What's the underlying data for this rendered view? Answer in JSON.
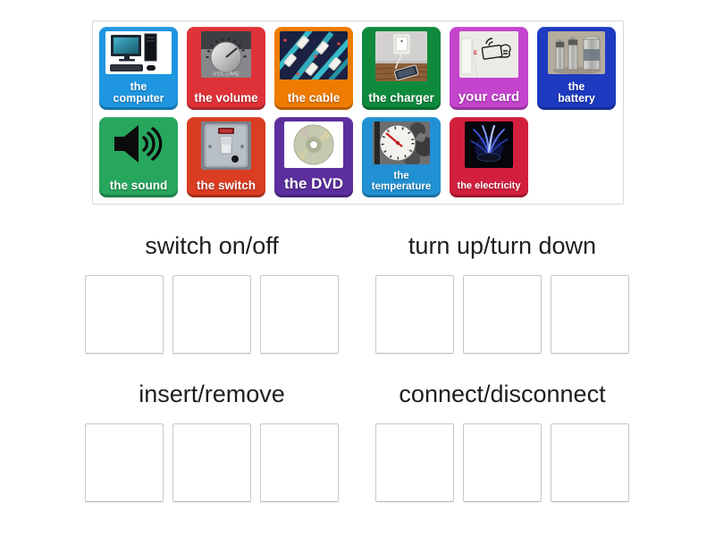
{
  "tray": {
    "tiles": [
      {
        "id": "the-computer",
        "label": "the computer",
        "color": "#1e96e0",
        "icon": "desktop-computer-photo"
      },
      {
        "id": "the-volume",
        "label": "the volume",
        "color": "#df3238",
        "icon": "volume-knob-photo"
      },
      {
        "id": "the-cable",
        "label": "the cable",
        "color": "#ef7c00",
        "icon": "network-cables-photo"
      },
      {
        "id": "the-charger",
        "label": "the charger",
        "color": "#0f8a3d",
        "icon": "phone-charger-photo"
      },
      {
        "id": "your-card",
        "label": "your card",
        "color": "#c444ce",
        "icon": "contactless-card-drawing"
      },
      {
        "id": "the-battery",
        "label": "the battery",
        "color": "#1d3ac1",
        "icon": "batteries-photo"
      },
      {
        "id": "the-sound",
        "label": "the sound",
        "color": "#27a65e",
        "icon": "speaker-icon"
      },
      {
        "id": "the-switch",
        "label": "the switch",
        "color": "#da3d22",
        "icon": "light-switch-photo"
      },
      {
        "id": "the-dvd",
        "label": "the DVD",
        "color": "#5c2f9e",
        "icon": "dvd-disc-photo"
      },
      {
        "id": "the-temperature",
        "label": "the temperature",
        "color": "#2191d4",
        "icon": "thermometer-dial-photo"
      },
      {
        "id": "the-electricity",
        "label": "the electricity",
        "color": "#d31f3e",
        "icon": "plasma-electricity-photo"
      }
    ]
  },
  "groups": [
    {
      "label": "switch on/off",
      "slot_count": 3
    },
    {
      "label": "turn up/turn down",
      "slot_count": 3
    },
    {
      "label": "insert/remove",
      "slot_count": 3
    },
    {
      "label": "connect/disconnect",
      "slot_count": 3
    }
  ]
}
